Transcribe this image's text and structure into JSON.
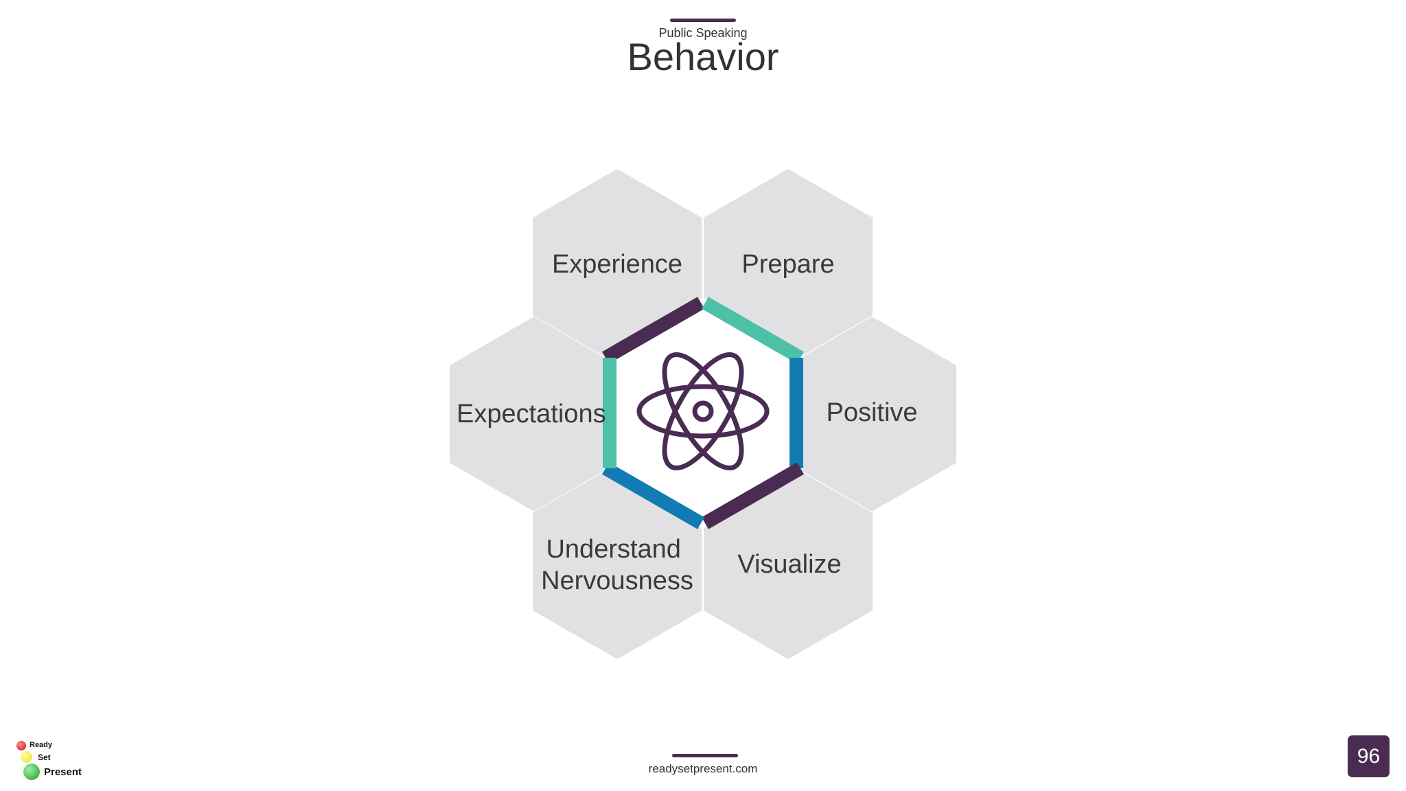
{
  "header": {
    "subtitle": "Public Speaking",
    "title": "Behavior"
  },
  "diagram": {
    "center_icon": "atom-icon",
    "hexagons": [
      {
        "id": "experience",
        "lines": [
          "Experience"
        ]
      },
      {
        "id": "prepare",
        "lines": [
          "Prepare"
        ]
      },
      {
        "id": "expectations",
        "lines": [
          "Expectations"
        ]
      },
      {
        "id": "positive",
        "lines": [
          "Positive"
        ]
      },
      {
        "id": "understand-nervousness",
        "lines": [
          "Understand",
          "Nervousness"
        ]
      },
      {
        "id": "visualize",
        "lines": [
          "Visualize"
        ]
      }
    ],
    "colors": {
      "hex_fill": "#e1e1e3",
      "purple": "#4a2c52",
      "teal": "#4cc1a5",
      "blue": "#137bb3"
    }
  },
  "footer": {
    "url": "readysetpresent.com",
    "page_number": "96",
    "logo_words": [
      "Ready",
      "Set",
      "Present"
    ]
  }
}
